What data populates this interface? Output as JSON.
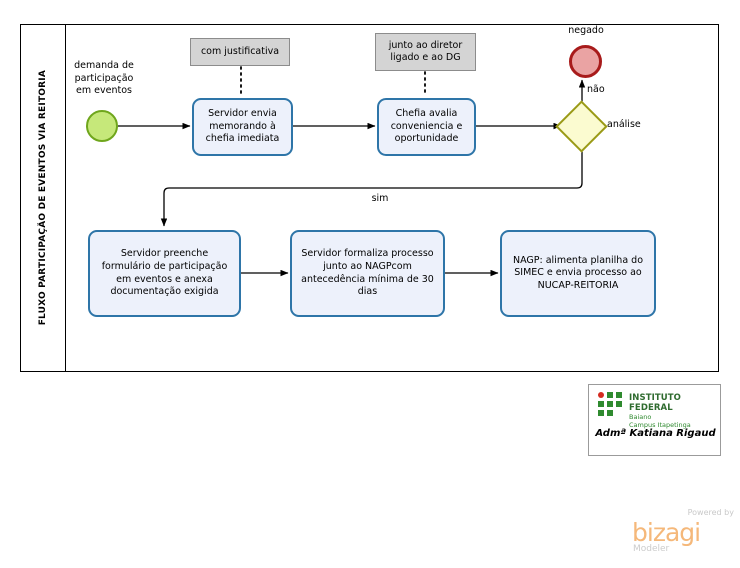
{
  "diagram": {
    "type": "bpmn-flowchart",
    "lane_title": "FLUXO PARTICIPAÇÃO DE EVENTOS VIA REITORIA",
    "events": {
      "start_label": "demanda de\nparticipação\nem eventos",
      "end_label": "negado"
    },
    "gateway": {
      "label": "análise",
      "branch_no": "não",
      "branch_yes": "sim"
    },
    "tasks": [
      {
        "id": "task-1",
        "text": "Servidor envia memorando à chefia imediata"
      },
      {
        "id": "task-2",
        "text": "Chefia avalia conveniencia e oportunidade"
      },
      {
        "id": "task-3",
        "text": "Servidor preenche formulário de participação em eventos e anexa documentação exigida"
      },
      {
        "id": "task-4",
        "text": "Servidor formaliza processo junto ao NAGPcom antecedência mínima de 30 dias"
      },
      {
        "id": "task-5",
        "text": "NAGP: alimenta planilha do SIMEC e envia processo ao NUCAP-REITORIA"
      }
    ],
    "annotations": [
      {
        "id": "note-1",
        "text": "com justificativa"
      },
      {
        "id": "note-2",
        "text": "junto ao diretor ligado e ao DG"
      }
    ],
    "colors": {
      "task_fill": "#edf1fb",
      "task_border": "#2e75a8",
      "start_fill": "#c6e87a",
      "start_border": "#6fa61c",
      "end_fill": "#eaa3a3",
      "end_border": "#a81b1b",
      "gateway_fill": "#fbfbd0",
      "gateway_border": "#9a9a17",
      "annotation_fill": "#d4d4d4",
      "pool_border": "#000000"
    }
  },
  "logo": {
    "title": "INSTITUTO FEDERAL",
    "line2": "Baiano",
    "line3": "Campus Itapetinga",
    "author": "Admª Katiana Rigaud"
  },
  "watermark": {
    "powered": "Powered by",
    "brand": "bizagi",
    "product": "Modeler"
  }
}
